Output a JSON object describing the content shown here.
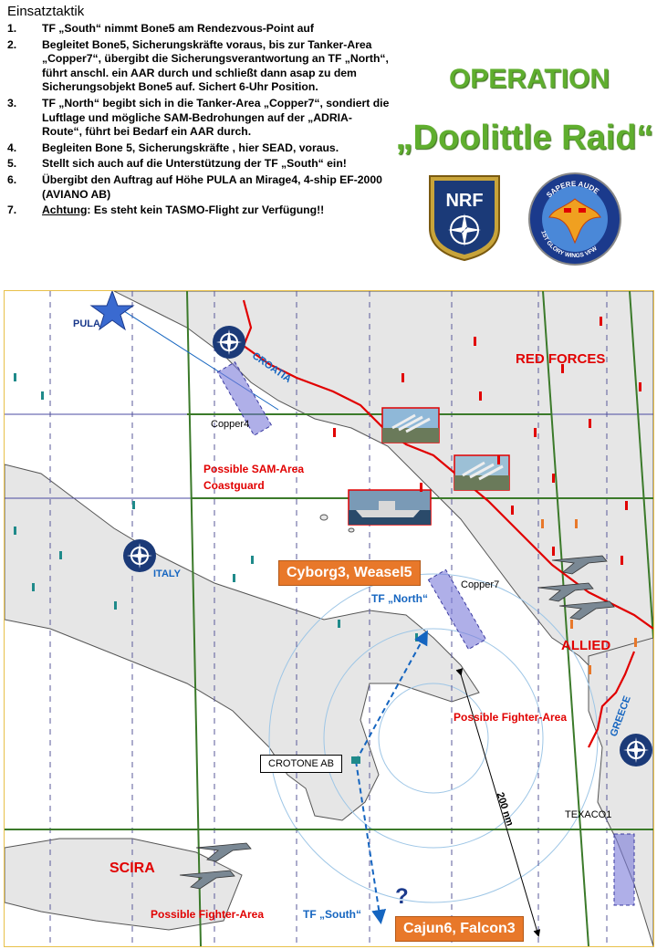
{
  "header": {
    "title": "Einsatztaktik"
  },
  "tasks": [
    {
      "num": "1.",
      "text": "TF „South“ nimmt Bone5 am Rendezvous-Point auf"
    },
    {
      "num": "2.",
      "text": "Begleitet Bone5, Sicherungskräfte voraus, bis zur Tanker-Area „Copper7“, übergibt die Sicherungsverantwortung an TF „North“, führt anschl. ein AAR durch und schließt dann asap zu dem Sicherungsobjekt Bone5 auf. Sichert 6-Uhr Position."
    },
    {
      "num": "3.",
      "text": "TF „North“ begibt sich in die Tanker-Area „Copper7“, sondiert die Luftlage und mögliche SAM-Bedrohungen auf der „ADRIA-Route“, führt bei Bedarf ein AAR durch."
    },
    {
      "num": "4.",
      "text": "Begleiten Bone 5, Sicherungskräfte , hier SEAD, voraus."
    },
    {
      "num": "5.",
      "text": "Stellt sich auch auf die Unterstützung der TF „South“ ein!"
    },
    {
      "num": "6.",
      "text": "Übergibt den Auftrag auf Höhe PULA an Mirage4, 4-ship EF-2000 (AVIANO AB)"
    },
    {
      "num": "7.",
      "underline": "Achtung",
      "text": ": Es steht kein TASMO-Flight zur Verfügung!!"
    }
  ],
  "operation": {
    "title": "OPERATION",
    "name": "„Doolittle Raid“"
  },
  "emblems": {
    "nrf": "NRF",
    "squadron_top": "SAPERE AUDE",
    "squadron_bottom": "1ST GLORY WINGS VFW"
  },
  "map": {
    "labels": {
      "pula": "PULA",
      "croatia": "CROATIA",
      "italy": "ITALY",
      "greece": "GREECE",
      "red_forces": "RED FORCES",
      "allied": "ALLIED",
      "scira": "SCIRA",
      "copper4": "Copper4",
      "copper7": "Copper7",
      "texaco1": "TEXACO1",
      "sam_area_1": "Possible SAM-Area",
      "sam_area_2": "Coastguard",
      "fighter_area_east": "Possible Fighter-Area",
      "fighter_area_south": "Possible Fighter-Area",
      "tf_north": "TF „North“",
      "tf_south": "TF „South“",
      "crotone": "CROTONE AB",
      "distance": "200 nm",
      "question": "?"
    },
    "callsigns": {
      "north": "Cyborg3, Weasel5",
      "south": "Cajun6, Falcon3"
    },
    "colors": {
      "red": "#e10000",
      "blue": "#1565c0",
      "orange": "#e8782a",
      "green": "#5fae2e"
    }
  }
}
